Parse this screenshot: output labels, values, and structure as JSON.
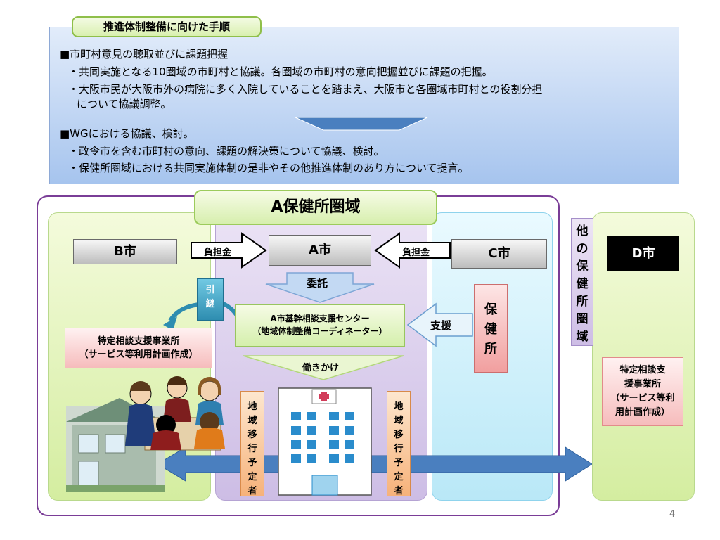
{
  "header": {
    "tab_title": "推進体制整備に向けた手順"
  },
  "procedure": {
    "section1": {
      "heading": "■市町村意見の聴取並びに課題把握",
      "bullet1": "・共同実施となる10圏域の市町村と協議。各圏域の市町村の意向把握並びに課題の把握。",
      "bullet2_line1": "・大阪市民が大阪市外の病院に多く入院していることを踏まえ、大阪市と各圏域市町村との役割分担",
      "bullet2_line2": "について協議調整。"
    },
    "section2": {
      "heading": "■WGにおける協議、検討。",
      "bullet1": "・政令市を含む市町村の意向、課題の解決策について協議、検討。",
      "bullet2": "・保健所圏域における共同実施体制の是非やその他推進体制のあり方について提言。"
    }
  },
  "diagram": {
    "region_title": "A保健所圏域",
    "city_b": "B市",
    "city_a": "A市",
    "city_c": "C市",
    "city_d": "D市",
    "futankin_left": "負担金",
    "futankin_right": "負担金",
    "itaku": "委託",
    "hikitsugi": "引継",
    "center_line1": "A市基幹相談支援センター",
    "center_line2": "（地域体制整備コーディネーター）",
    "shien": "支援",
    "hokenjo": "保健所",
    "tokutei_left_line1": "特定相談支援事業所",
    "tokutei_left_line2": "（サーピス等利用計画作成）",
    "hatarakikake": "働きかけ",
    "chiiki_left": "地域移行予定者",
    "chiiki_right": "地域移行予定者",
    "other_region": "他の保健所圏域",
    "tokutei_right_line1": "特定相談支",
    "tokutei_right_line2": "援事業所",
    "tokutei_right_line3": "（サーピス等利",
    "tokutei_right_line4": "用計画作成）"
  },
  "page_number": "4",
  "colors": {
    "region_border": "#7a3d97",
    "top_panel": "#a6c4ee",
    "arrow_blue": "#4a7fbf"
  }
}
